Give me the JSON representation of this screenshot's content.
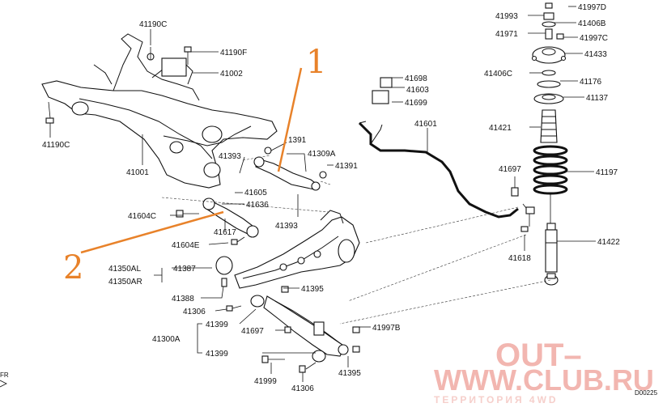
{
  "annotations": {
    "one": "1",
    "two": "2"
  },
  "parts": [
    "41190C",
    "41190F",
    "41002",
    "41190C",
    "41001",
    "1391",
    "41309A",
    "41393",
    "41391",
    "41605",
    "41636",
    "41393",
    "41604C",
    "41617",
    "41604E",
    "41387",
    "41350AL",
    "41350AR",
    "41388",
    "41306",
    "41395",
    "41399",
    "41697",
    "41300A",
    "41399",
    "41999",
    "41306",
    "41395",
    "41997B",
    "41698",
    "41603",
    "41699",
    "41601",
    "41697",
    "41618",
    "41993",
    "41997D",
    "41406B",
    "41971",
    "41997C",
    "41433",
    "41406C",
    "41176",
    "41137",
    "41421",
    "41197",
    "41422"
  ],
  "watermark": {
    "line1": "OUT–",
    "line2": "WWW.CLUB.RU",
    "line3": "ТЕРРИТОРИЯ 4WD"
  },
  "footer": {
    "code": "D00225",
    "fr": "FR"
  },
  "colors": {
    "annotation": "#e8822a",
    "watermark": "#f2b6b0"
  }
}
